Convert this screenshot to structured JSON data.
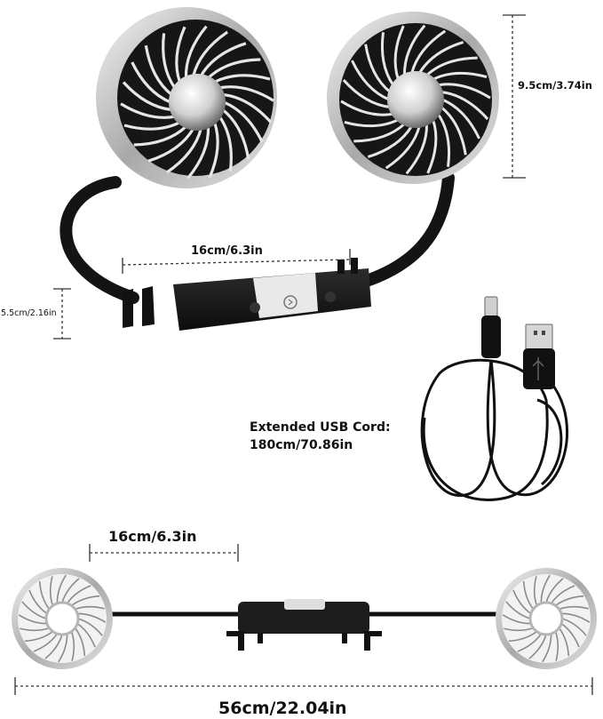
{
  "dimensions": {
    "fan_height": "9.5cm/3.74in",
    "clip_width": "16cm/6.3in",
    "clip_depth": "5.5cm/2.16in",
    "bottom_span": "16cm/6.3in",
    "total_length": "56cm/22.04in"
  },
  "usb_cord": {
    "label_line1": "Extended USB Cord:",
    "label_line2": "180cm/70.86in"
  },
  "colors": {
    "fan_body": "#141414",
    "fan_rim": "#c9c9c9",
    "hub": "#dcdcdc",
    "dimension_line": "#333333"
  },
  "icons": [
    "fan-icon",
    "power-button-icon",
    "usb-c-plug-icon",
    "usb-a-plug-icon"
  ]
}
